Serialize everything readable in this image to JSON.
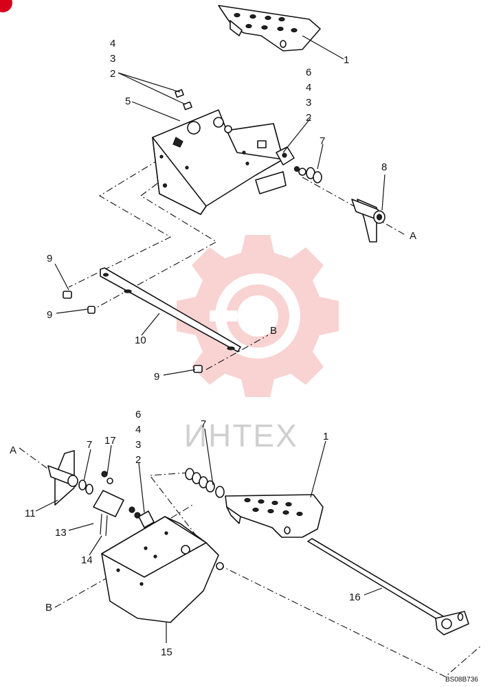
{
  "labels": {
    "l1_top": "1",
    "l4_a": "4",
    "l3_a": "3",
    "l2_a": "2",
    "l5": "5",
    "l6_b": "6",
    "l4_b": "4",
    "l3_b": "3",
    "l2_b": "2",
    "l7_a": "7",
    "l8": "8",
    "lA_right": "A",
    "l9_a": "9",
    "l9_b": "9",
    "l10": "10",
    "lB_right": "B",
    "l9_c": "9",
    "l6_c": "6",
    "l4_c": "4",
    "l3_c": "3",
    "l2_c": "2",
    "l17": "17",
    "l7_b": "7",
    "lA_left": "A",
    "l11": "11",
    "l13": "13",
    "l14": "14",
    "l7_c": "7",
    "l1_bottom": "1",
    "l16": "16",
    "lB_left": "B",
    "l15": "15"
  },
  "watermark": {
    "text": "ИНТЕХ",
    "color": "#f08080"
  },
  "drawing_code": "BS08B736",
  "corner_mark_color": "#d9001b"
}
